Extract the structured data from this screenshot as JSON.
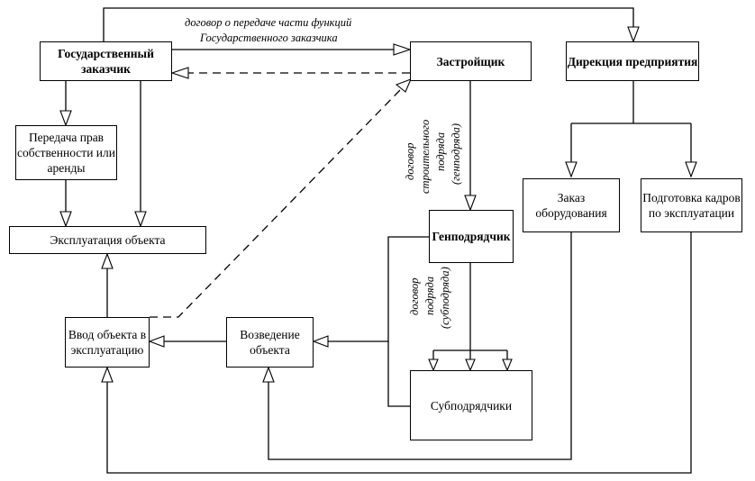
{
  "nodes": {
    "state_customer": "Государственный заказчик",
    "developer": "Застройщик",
    "enterprise_directorate": "Дирекция предприятия",
    "rights_transfer": "Передача прав собственности или аренды",
    "equipment_order": "Заказ оборудования",
    "staff_training": "Подготовка кадров по эксплуатации",
    "object_operation": "Эксплуатация объекта",
    "general_contractor": "Генподрядчик",
    "commissioning": "Ввод объекта в эксплуатацию",
    "construction": "Возведение объекта",
    "subcontractors": "Субподрядчики"
  },
  "edge_labels": {
    "function_transfer_line1": "договор о передаче части функций",
    "function_transfer_line2": "Государственного заказчика",
    "construction_contract_line1": "договор",
    "construction_contract_line2": "строительного",
    "construction_contract_line3": "подряда",
    "construction_contract_line4": "(генподряда)",
    "sub_contract_line1": "договор",
    "sub_contract_line2": "подряда",
    "sub_contract_line3": "(субподряда)"
  }
}
